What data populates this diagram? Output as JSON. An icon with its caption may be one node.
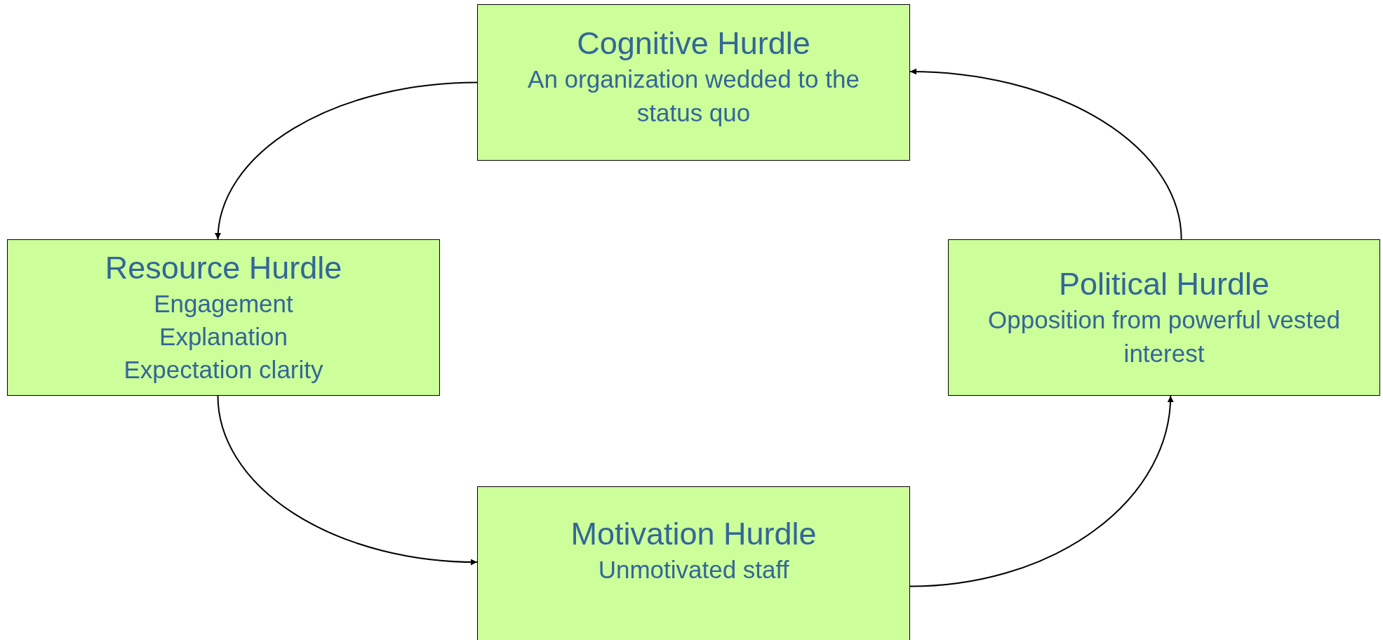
{
  "diagram": {
    "nodes": [
      {
        "text": [
          "Cognitive Hurdle",
          "An organization wedded to the status quo"
        ]
      },
      {
        "text": [
          "Resource Hurdle",
          "Engagement",
          "Explanation",
          "Expectation clarity"
        ]
      },
      {
        "text": [
          "Political Hurdle",
          "Opposition from powerful vested interest"
        ]
      },
      {
        "text": [
          "Motivation Hurdle",
          "Unmotivated staff"
        ]
      }
    ],
    "edges": [
      {
        "from": 0,
        "to": 1,
        "arrow": "to"
      },
      {
        "from": 1,
        "to": 3,
        "arrow": "to"
      },
      {
        "from": 3,
        "to": 2,
        "arrow": "to"
      },
      {
        "from": 2,
        "to": 0,
        "arrow": "to"
      }
    ]
  }
}
